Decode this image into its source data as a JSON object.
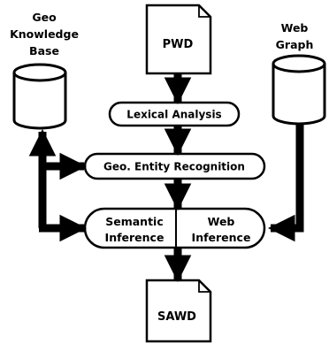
{
  "knowledge_base": {
    "label_lines": [
      "Geo",
      "Knowledge",
      "Base"
    ]
  },
  "web_graph": {
    "label_lines": [
      "Web",
      "Graph"
    ]
  },
  "input_doc": {
    "label": "PWD"
  },
  "output_doc": {
    "label": "SAWD"
  },
  "steps": {
    "lexical": "Lexical Analysis",
    "ner": "Geo. Entity Recognition",
    "semantic_lines": [
      "Semantic",
      "Inference"
    ],
    "web_lines": [
      "Web",
      "Inference"
    ]
  }
}
